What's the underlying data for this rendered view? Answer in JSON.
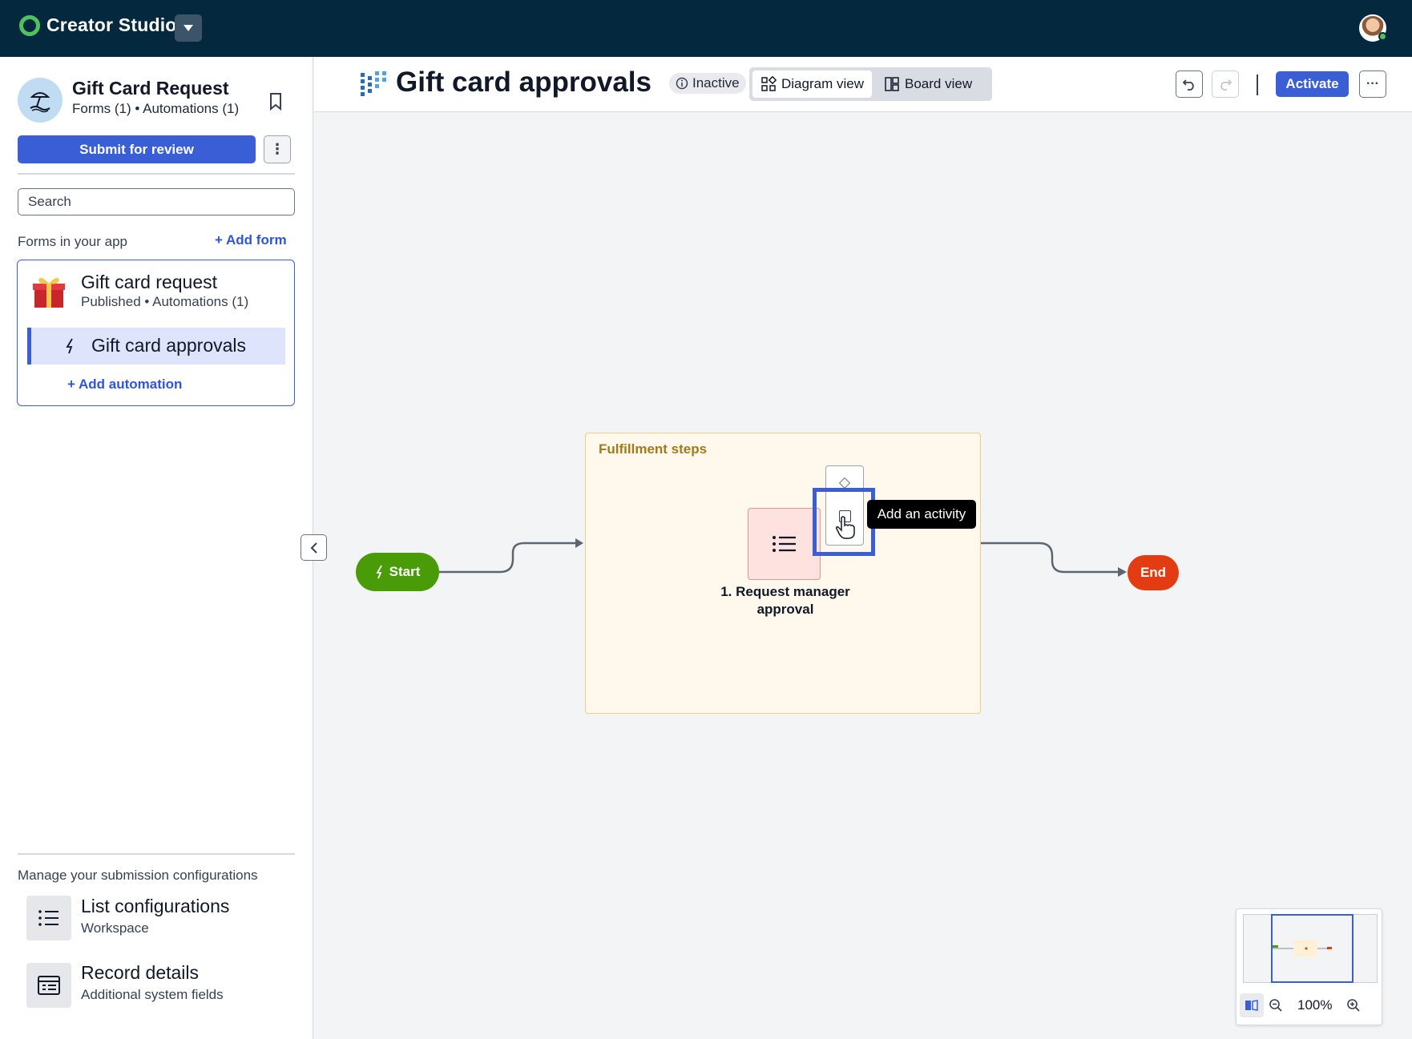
{
  "topbar": {
    "brand_name": "Creator Studio"
  },
  "sidebar": {
    "app_title": "Gift Card Request",
    "app_subtitle": "Forms (1) • Automations (1)",
    "submit_label": "Submit for review",
    "search_placeholder": "Search",
    "forms_label": "Forms in your app",
    "add_form_label": "+ Add form",
    "form": {
      "title": "Gift card request",
      "subtitle": "Published • Automations (1)",
      "automation_label": "Gift card approvals",
      "add_automation_label": "+ Add automation"
    },
    "manage_label": "Manage your submission configurations",
    "configs": [
      {
        "title": "List configurations",
        "subtitle": "Workspace"
      },
      {
        "title": "Record details",
        "subtitle": "Additional system fields"
      }
    ]
  },
  "header": {
    "title": "Gift card approvals",
    "status": "Inactive",
    "views": [
      {
        "label": "Diagram view",
        "active": true
      },
      {
        "label": "Board view",
        "active": false
      }
    ],
    "activate_label": "Activate",
    "more_label": "···"
  },
  "diagram": {
    "group_label": "Fulfillment steps",
    "start_label": "Start",
    "end_label": "End",
    "task_label": "1. Request manager approval",
    "tooltip": "Add an activity"
  },
  "minimap": {
    "zoom": "100%"
  },
  "colors": {
    "topbar": "#04293f",
    "primary": "#3a5ed6",
    "start": "#4a9b08",
    "end": "#e33b12",
    "group_fill": "#fff8ec",
    "task_fill": "#fde2df"
  },
  "icons": [
    "brand-logo",
    "chevron-down-icon",
    "beach-icon",
    "bookmark-icon",
    "kebab-icon",
    "gift-icon",
    "lightning-icon",
    "list-icon",
    "record-icon",
    "collapse-icon",
    "flow-icon",
    "info-icon",
    "diagram-icon",
    "board-icon",
    "undo-icon",
    "redo-icon",
    "cursor-icon",
    "zoom-in-icon",
    "zoom-out-icon",
    "map-icon"
  ]
}
